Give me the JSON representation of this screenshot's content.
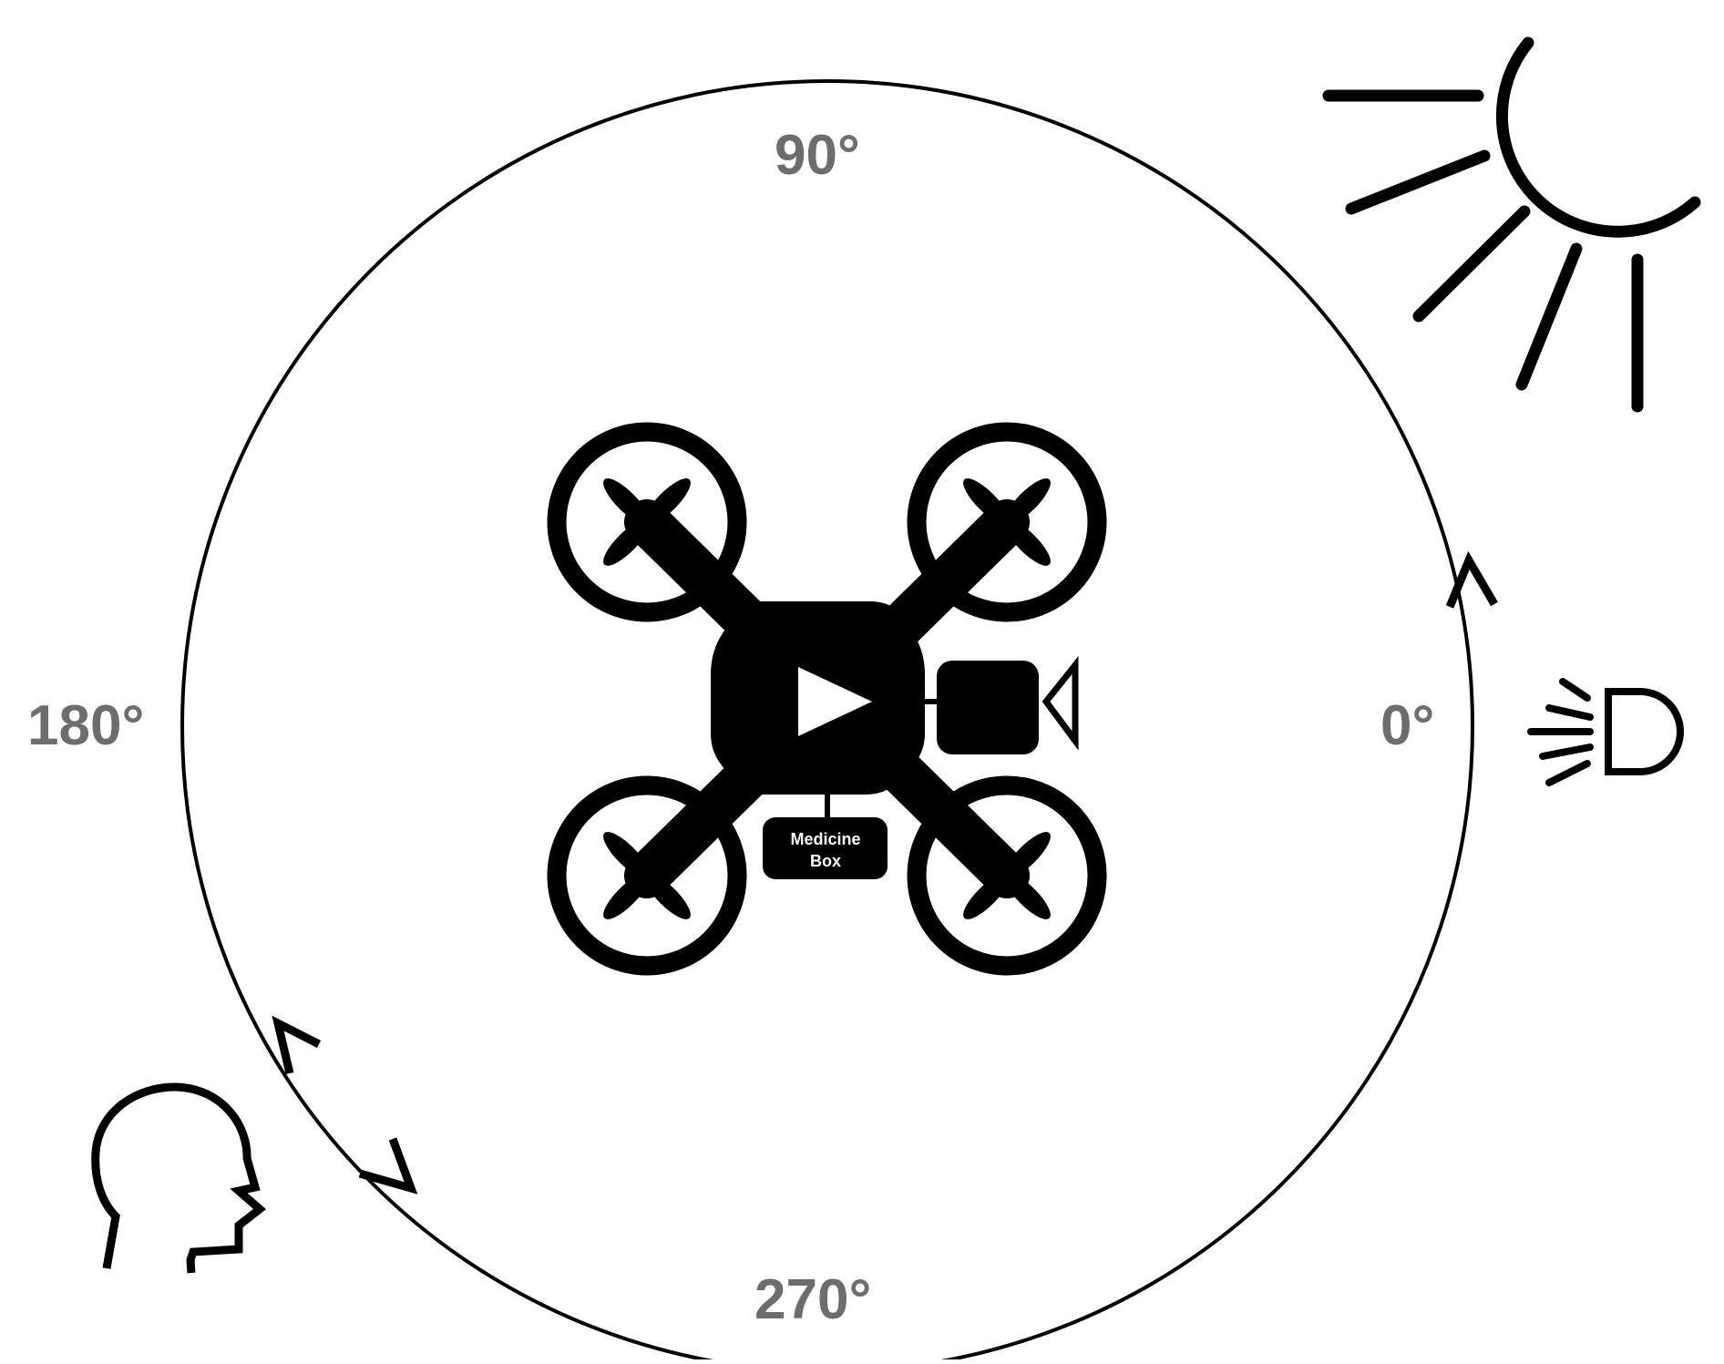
{
  "angles": {
    "deg_90": "90°",
    "deg_180": "180°",
    "deg_0": "0°",
    "deg_270": "270°"
  },
  "payload": {
    "line1": "Medicine",
    "line2": "Box"
  },
  "icons": [
    "sun-icon",
    "headlight-icon",
    "person-head-icon",
    "quadcopter-drone-icon",
    "camera-icon"
  ],
  "colors": {
    "label": "#6d6d6d",
    "ink": "#000000",
    "payload_text": "#ffffff"
  }
}
